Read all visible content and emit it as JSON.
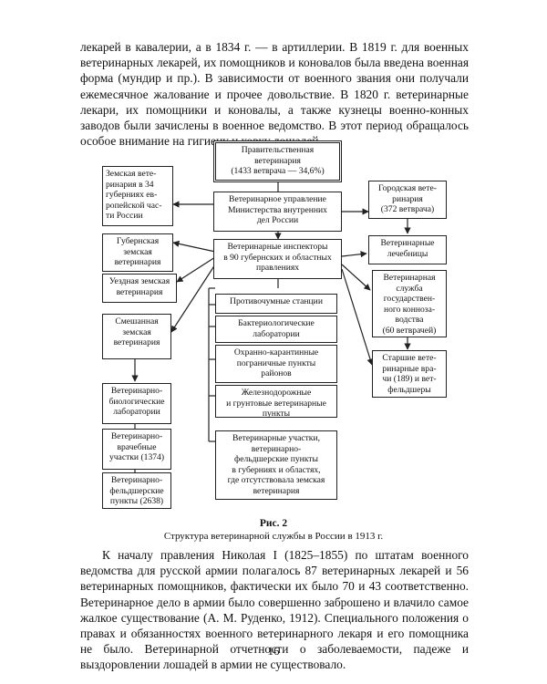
{
  "text": {
    "paragraph1": "лекарей в кавалерии, а в 1834 г. — в артиллерии. В 1819 г. для военных ветеринарных лекарей, их помощников и коновалов была введена военная форма (мундир и пр.). В зависимости от военного звания они получали ежемесячное жалование и прочее довольствие. В 1820 г. ветеринарные лекари, их помощники и коновалы, а также кузнецы военно-конных заводов были зачислены в военное ведомство. В этот период обращалось особое внимание на гигиену и ковку лошадей.",
    "paragraph2": "К началу правления Николая I (1825–1855) по штатам военного ведомства для русской армии полагалось 87 ветеринарных лекарей и 56 ветеринарных помощников, фактически их было 70 и 43 соответственно. Ветеринарное дело в армии было совершенно заброшено и влачило самое жалкое существование (А. М. Руденко, 1912). Специального положения о правах и обязанностях военного ветеринарного лекаря и его помощника не было. Ветеринарной отчетности о заболеваемости, падеже и выздоровлении лошадей в армии не существовало.",
    "page_number": "16"
  },
  "figure": {
    "title": "Рис. 2",
    "caption": "Структура ветеринарной службы в России в 1913 г.",
    "boxes": {
      "gov_vet": "Правительственная\nветеринария\n(1433 ветврача — 34,6%)",
      "vet_dept": "Ветеринарное управление\nМинистерства внутренних\nдел России",
      "inspectors": "Ветеринарные инспекторы\nв 90 губернских и областных\nправлениях",
      "zemstvo": "Земская вете-\nринария в 34\nгуберниях ев-\nропейской час-\nти России",
      "gub_zemstvo": "Губернская\nземская\nветеринария",
      "uezd_zemstvo": "Уездная земская\nветеринария",
      "mixed_zemstvo": "Смешанная\nземская\nветеринария",
      "bio_labs": "Ветеринарно-\nбиологические\nлаборатории",
      "vet_stations": "Ветеринарно-\nврачебные\nучастки (1374)",
      "feldsher_points": "Ветеринарно-\nфельдшерские\nпункты (2638)",
      "anti_plague": "Противочумные станции",
      "bact_labs": "Бактериологические\nлаборатории",
      "quarantine": "Охранно-карантинные\nпограничные пункты\nрайонов",
      "rail_water": "Железнодорожные\nи грунтовые ветеринарные\nпункты",
      "vet_districts": "Ветеринарные участки,\nветеринарно-\nфельдшерские пункты\nв губерниях и областях,\nгде отсутствовала земская\nветеринария",
      "city_vet": "Городская вете-\nринария\n(372 ветврача)",
      "vet_clinics": "Ветеринарные\nлечебницы",
      "stud_service": "Ветеринарная\nслужба\nгосударствен-\nного конноза-\nводства\n(60 ветврачей)",
      "senior_vets": "Старшие вете-\nринарные вра-\nчи (189) и вет-\nфельдшеры"
    }
  }
}
